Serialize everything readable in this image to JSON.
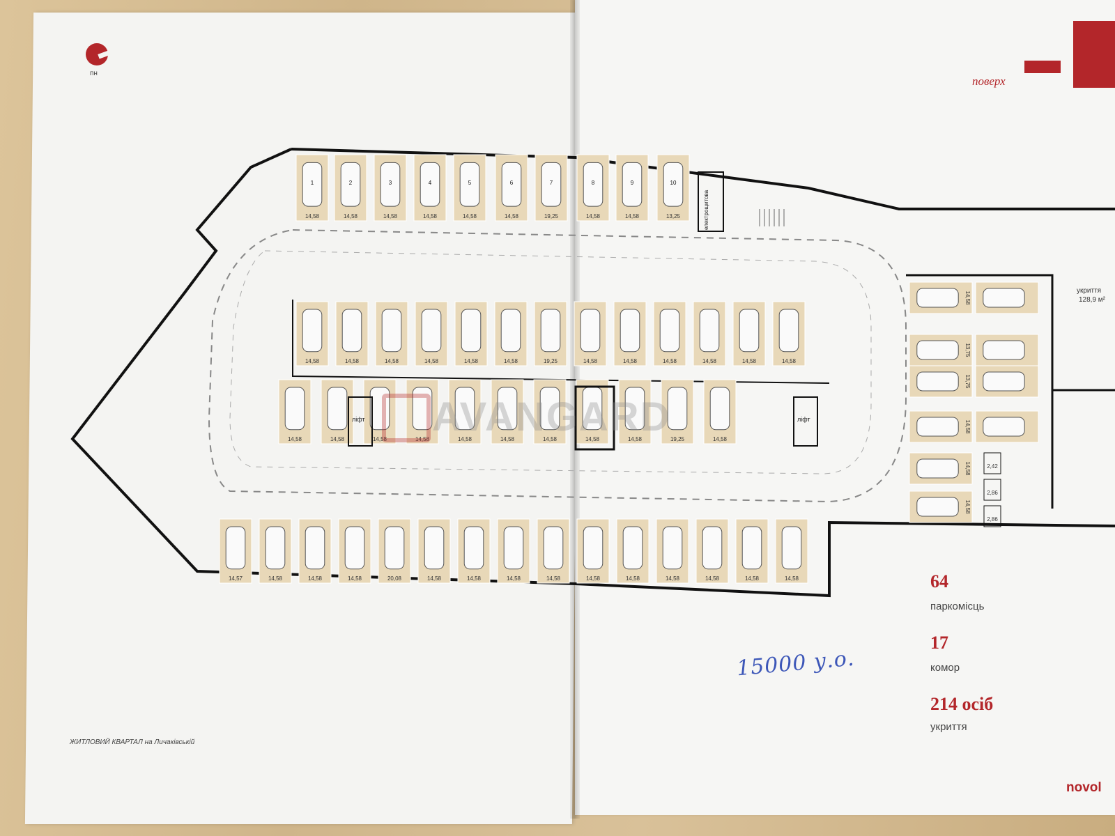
{
  "header": {
    "compass_label": "пн",
    "floor_label": "поверх"
  },
  "shelter_label": {
    "line1": "укриття",
    "line2": "128,9 м²"
  },
  "lift_label": "ліфт",
  "electro_label": "електрощитова",
  "stats": [
    {
      "value": "64",
      "label": "паркомісць"
    },
    {
      "value": "17",
      "label": "комор"
    },
    {
      "value": "214 осіб",
      "label": "укриття"
    }
  ],
  "footer": {
    "text": "ЖИТЛОВИЙ КВАРТАЛ на Личаківській",
    "brand": "novol"
  },
  "handwritten_note": "15000 у.о.",
  "watermark": "AVANGARD",
  "parking": {
    "top_row": [
      {
        "n": "1",
        "a": "14,58"
      },
      {
        "n": "2",
        "a": "14,58"
      },
      {
        "n": "3",
        "a": "14,58"
      },
      {
        "n": "4",
        "a": "14,58"
      },
      {
        "n": "5",
        "a": "14,58"
      },
      {
        "n": "6",
        "a": "14,58"
      },
      {
        "n": "7",
        "a": "19,25"
      },
      {
        "n": "8",
        "a": "14,58"
      },
      {
        "n": "9",
        "a": "14,58"
      },
      {
        "n": "10",
        "a": "13,25"
      }
    ],
    "mid_upper": [
      "14,58",
      "14,58",
      "14,58",
      "14,58",
      "14,58",
      "14,58",
      "19,25",
      "14,58",
      "14,58",
      "14,58",
      "14,58",
      "14,58",
      "14,58"
    ],
    "mid_lower": [
      "14,58",
      "14,58",
      "14,58",
      "14,58",
      "14,58",
      "14,58",
      "14,58",
      "14,58",
      "14,58",
      "19,25",
      "14,58"
    ],
    "bottom_row": [
      "14,57",
      "14,58",
      "14,58",
      "14,58",
      "20,08",
      "14,58",
      "14,58",
      "14,58",
      "14,58",
      "14,58",
      "14,58",
      "14,58",
      "14,58",
      "14,58",
      "14,58"
    ],
    "right_col": [
      "14,58",
      "13,75",
      "13,75",
      "14,58",
      "14,58",
      "14,58"
    ],
    "storage": [
      "2,42",
      "2,86",
      "2,86"
    ]
  }
}
